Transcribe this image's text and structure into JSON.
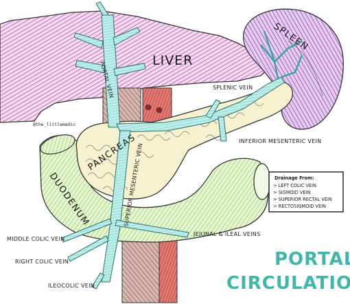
{
  "credit": "@the_littlemedic",
  "organs": {
    "liver": "LIVER",
    "spleen": "SPLEEN",
    "pancreas": "PANCREAS",
    "duodenum": "DUODENUM"
  },
  "veins": {
    "portal": "PORTAL VEIN",
    "splenic": "SPLENIC VEIN",
    "inferior_mesenteric": "INFERIOR MESENTERIC VEIN",
    "superior_mesenteric": "SUPERIOR MESENTERIC VEIN",
    "jejunal_ileal": "JEJUNAL & ILEAL VEINS",
    "middle_colic": "MIDDLE COLIC VEIN",
    "right_colic": "RIGHT COLIC VEIN",
    "ileocolic": "ILEOCOLIC VEIN"
  },
  "drainage": {
    "heading": "Drainage From:",
    "items": [
      "> LEFT COLIC VEIN",
      "> SIGMOID VEIN",
      "> SUPERIOR RECTAL VEIN",
      "> RECTOSIGMOID VEIN"
    ]
  },
  "title": {
    "line1": "PORTAL",
    "line2": "CIRCULATION"
  },
  "colors": {
    "vein": "#a8e6e3",
    "liver": "#c868b8",
    "spleen": "#b070c8",
    "pancreas": "#f3efc7",
    "duodenum": "#c7e6a0",
    "aorta": "#d7564f",
    "title": "#3fb7a8"
  }
}
